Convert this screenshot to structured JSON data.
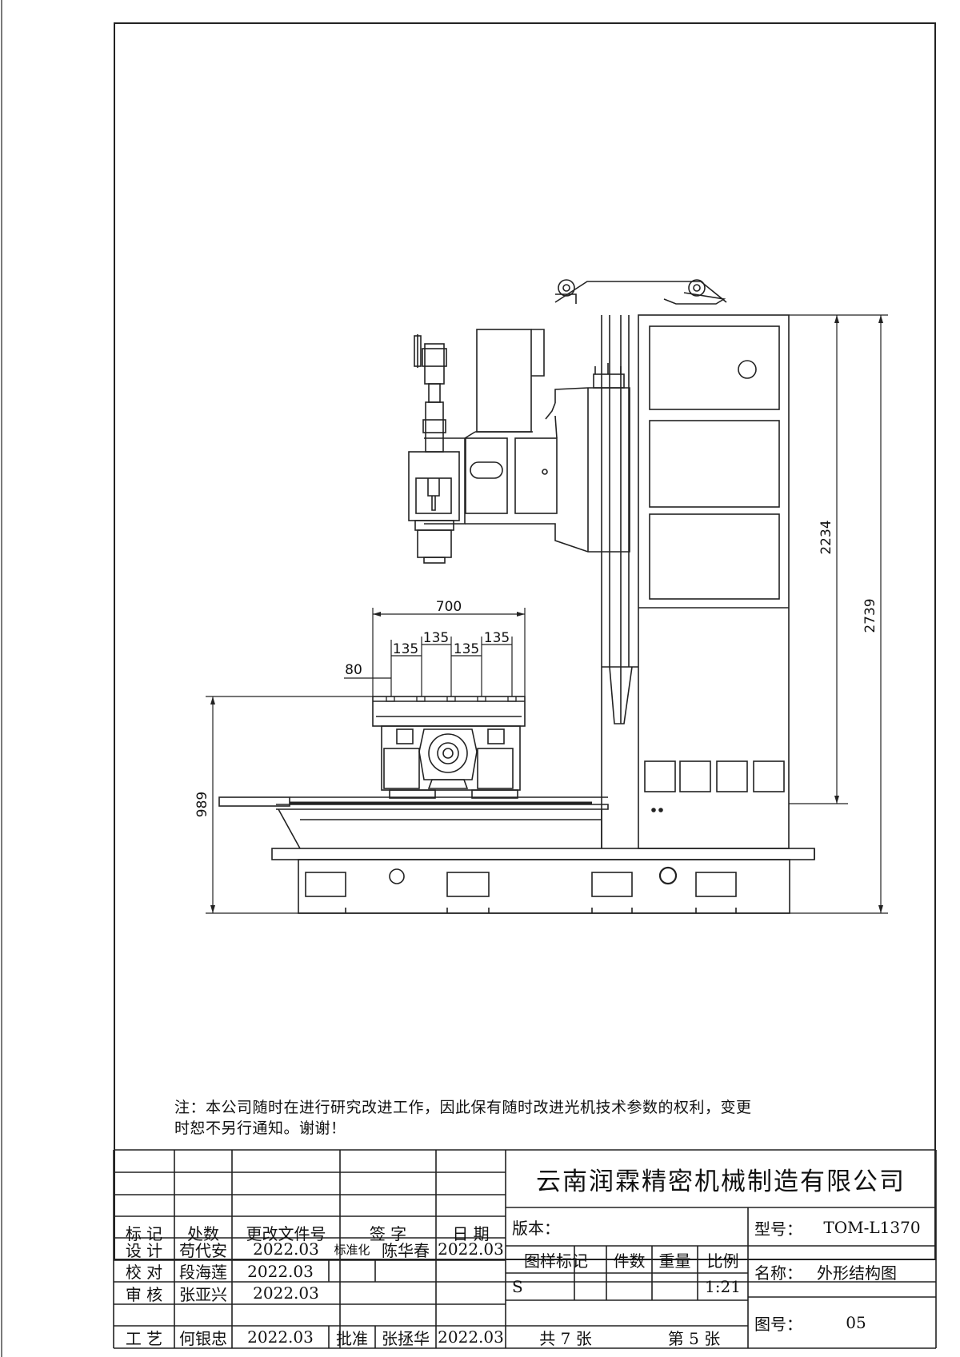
{
  "drawing": {
    "dimensions": {
      "width_table": "700",
      "slot_spacing": [
        "135",
        "135",
        "135",
        "135"
      ],
      "slot_offset": "80",
      "table_height": "989",
      "column_height": "2234",
      "overall_height": "2739"
    }
  },
  "note": {
    "line1": "注：本公司随时在进行研究改进工作，因此保有随时改进光机技术参数的权利，变更",
    "line2": "时恕不另行通知。谢谢！"
  },
  "title_block": {
    "company": "云南润霖精密机械制造有限公司",
    "headers": {
      "mark": "标 记",
      "count": "处数",
      "change_doc": "更改文件号",
      "signature": "签 字",
      "date": "日 期"
    },
    "rows": [
      {
        "role": "设 计",
        "name": "苟代安",
        "date": "2022.03",
        "role2": "标准化",
        "name2": "陈华春",
        "date2": "2022.03"
      },
      {
        "role": "校 对",
        "name": "段海莲",
        "date": "2022.03",
        "role2": "",
        "name2": "",
        "date2": ""
      },
      {
        "role": "审 核",
        "name": "张亚兴",
        "date": "2022.03",
        "role2": "",
        "name2": "",
        "date2": ""
      },
      {
        "role": "工 艺",
        "name": "何银忠",
        "date": "2022.03",
        "role2": "批准",
        "name2": "张拯华",
        "date2": "2022.03"
      }
    ],
    "version_label": "版本：",
    "drawing_mark_label": "图样标记",
    "qty_label": "件数",
    "weight_label": "重量",
    "scale_label": "比例",
    "drawing_mark_value": "S",
    "scale_value": "1:21",
    "total_sheets": "共 7 张",
    "sheet_no": "第 5 张",
    "model_label": "型号：",
    "model_value": "TOM-L1370",
    "name_label": "名称：",
    "name_value": "外形结构图",
    "dwg_no_label": "图号：",
    "dwg_no_value": "05"
  }
}
